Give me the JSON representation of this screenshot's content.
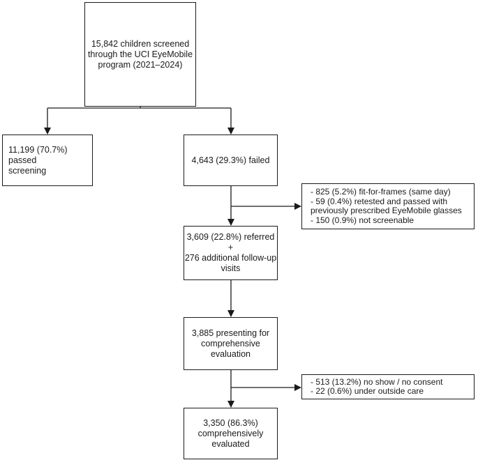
{
  "flowchart": {
    "screened": "15,842 children screened\nthrough the UCI EyeMobile\nprogram (2021–2024)",
    "passed": "11,199 (70.7%) passed\nscreening",
    "failed": "4,643 (29.3%) failed",
    "excluded_after_failed": "- 825 (5.2%) fit-for-frames (same day)\n- 59 (0.4%) retested and passed with\npreviously prescribed EyeMobile glasses\n- 150 (0.9%) not screenable",
    "referred": "3,609 (22.8%) referred\n+\n276 additional follow-up\nvisits",
    "presenting": "3,885 presenting for\ncomprehensive\nevaluation",
    "excluded_after_presenting": "- 513 (13.2%) no show / no consent\n- 22 (0.6%) under outside care",
    "evaluated": "3,350 (86.3%)\ncomprehensively\nevaluated"
  }
}
